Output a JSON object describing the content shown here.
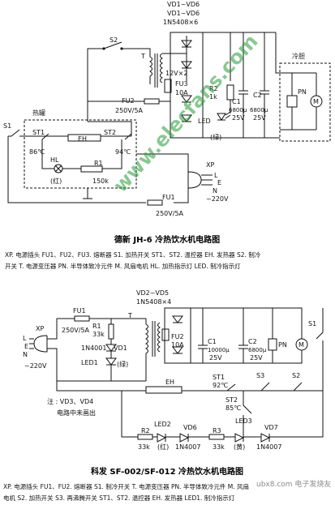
{
  "watermark": "www.elecfans.com",
  "footer_watermark": "ubx8.com 电子发烧友",
  "diagram1": {
    "title": "德新 JH-6 冷热饮水机电路图",
    "legend_line1": "XP. 电源插头   FU1、FU2、FU3. 熔断器   S1. 加热开关   ST1、ST2. 温控器   EH. 发热器   S2. 制冷",
    "legend_line2": "开关   T. 电源变压器   PN. 半导体致冷元件   M. 风扇电机   HL. 加热指示灯   LED. 制冷指示灯",
    "labels": {
      "vd_a": "VD1~VD6",
      "vd_b": "VD1~VD6",
      "vd_model": "1N5408×6",
      "s2": "S2",
      "t": "T",
      "v12": "12V×2",
      "fu3": "FU3",
      "fu3_val": "10A",
      "fu2": "FU2",
      "fu2_val": "250V/5A",
      "r2": "R2",
      "r2_val": "1k",
      "c1": "C1",
      "c1_val": "6800μ",
      "c1_v": "25V",
      "c2": "C2",
      "c2_val": "6800μ",
      "c2_v": "25V",
      "led": "LED",
      "led_color": "(绿)",
      "cold_tank": "冷胆",
      "pn": "PN",
      "m": "M",
      "hot_tank": "热罐",
      "s1": "S1",
      "st1": "ST1",
      "st1_t": "86℃",
      "eh": "EH",
      "st2": "ST2",
      "st2_t": "94℃",
      "hl": "HL",
      "hl_color": "(红)",
      "r1": "R1",
      "r1_val": "150k",
      "xp": "XP",
      "l": "L",
      "e": "E",
      "n": "N",
      "mains": "~220V",
      "fu1": "FU1",
      "fu1_val": "250V/5A"
    }
  },
  "diagram2": {
    "title": "科发 SF-002/SF-012 冷热饮水机电路图",
    "legend_line1": "XP. 电源插头   FU1、FU2. 熔断器   S1. 制冷开关   T. 电源变压器   PN. 半导体致冷元件   M. 风扇",
    "legend_line2": "电机   S2. 加热开关   S3. 再沸腾开关   ST1、ST2. 温控器   EH. 发热器   LED1. 制冷指示灯",
    "note_line1": "注 : VD3、VD4",
    "note_line2": "电路中未画出",
    "labels": {
      "vd": "VD2~VD5",
      "vd_model": "1N5408×4",
      "fu1": "FU1",
      "fu1_val": "250V/5A",
      "r1": "R1",
      "r1_val": "33k",
      "t": "T",
      "xp": "XP",
      "l": "L",
      "e": "E",
      "n": "N",
      "mains": "~220V",
      "d1": "1N4001",
      "vd1": "VD1",
      "led1": "LED1",
      "led1_color": "(绿)",
      "fu2": "FU2",
      "fu2_val": "10A",
      "c1": "C1",
      "c1_val": "10000μ",
      "c1_v": "25V",
      "c2": "C2",
      "c2_val": "6800μ",
      "c2_v": "25V",
      "pn": "PN",
      "m": "M",
      "s1": "S1",
      "eh": "EH",
      "st1": "ST1",
      "st1_t": "92℃",
      "s3": "S3",
      "s2": "S2",
      "st2": "ST2",
      "st2_t": "85℃",
      "led2": "LED2",
      "vd6": "VD6",
      "led3": "LED3",
      "vd7": "VD7",
      "r2": "R2",
      "r2_val": "33k",
      "red": "(红)",
      "d6": "1N4007",
      "r3": "R3",
      "r3_val": "33k",
      "yellow": "(黄)",
      "d7": "1N4007"
    }
  }
}
